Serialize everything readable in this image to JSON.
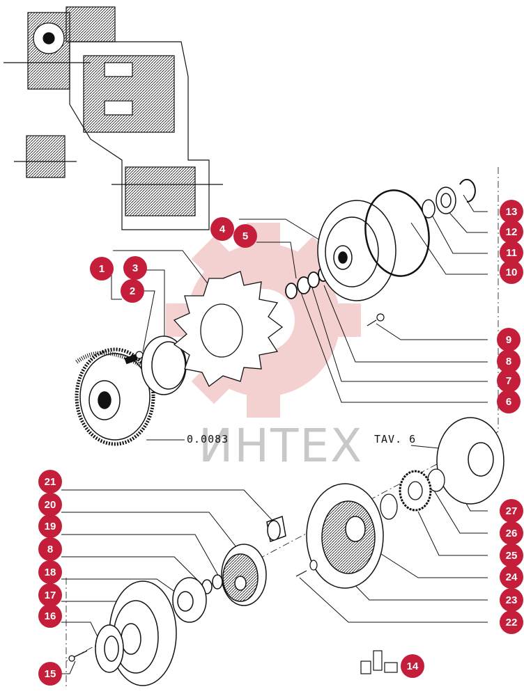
{
  "colors": {
    "callout": "#c41e3a",
    "line": "#111111",
    "watermark": "#f1c2c2"
  },
  "watermark": {
    "text": "ИНТЕХ"
  },
  "labels": {
    "part_number": "0.0083",
    "table_ref": "TAV. 6"
  },
  "callouts": [
    "1",
    "2",
    "3",
    "4",
    "5",
    "6",
    "7",
    "8",
    "9",
    "10",
    "11",
    "12",
    "13",
    "14",
    "15",
    "16",
    "17",
    "8",
    "18",
    "19",
    "20",
    "21",
    "22",
    "23",
    "24",
    "25",
    "26",
    "27"
  ],
  "parts": [
    "transmission-section",
    "flywheel",
    "flywheel-ring-gear",
    "spacer-ring",
    "flex-plate",
    "bolt",
    "washer",
    "hub",
    "bushing",
    "seal-ring",
    "o-ring",
    "bearing",
    "circlip",
    "nut",
    "impeller",
    "stator",
    "turbine",
    "cover",
    "drive-plate",
    "pump-housing",
    "gear",
    "spring-clip"
  ]
}
